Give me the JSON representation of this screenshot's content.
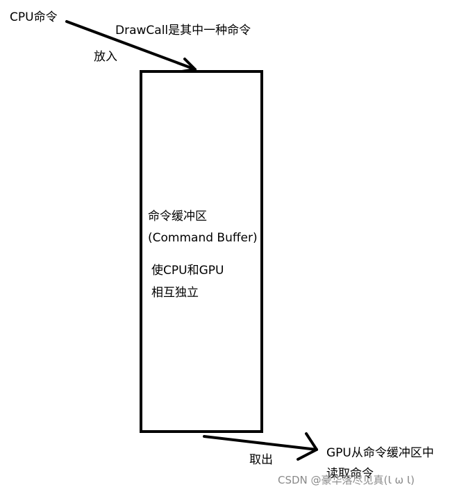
{
  "labels": {
    "cpu_command": "CPU命令",
    "drawcall_note": "DrawCall是其中一种命令",
    "put_in": "放入",
    "buffer_line1": "命令缓冲区",
    "buffer_line2": "(Command Buffer)",
    "independence_line1": "使CPU和GPU",
    "independence_line2": "相互独立",
    "take_out": "取出",
    "gpu_read_line1": "GPU从命令缓冲区中",
    "gpu_read_line2": "读取命令"
  },
  "watermark": {
    "text": "CSDN @豪华落尽见真(Ɩ ω Ɩ)"
  },
  "colors": {
    "ink": "#000000",
    "background": "#ffffff",
    "watermark": "#8a8a8a"
  }
}
